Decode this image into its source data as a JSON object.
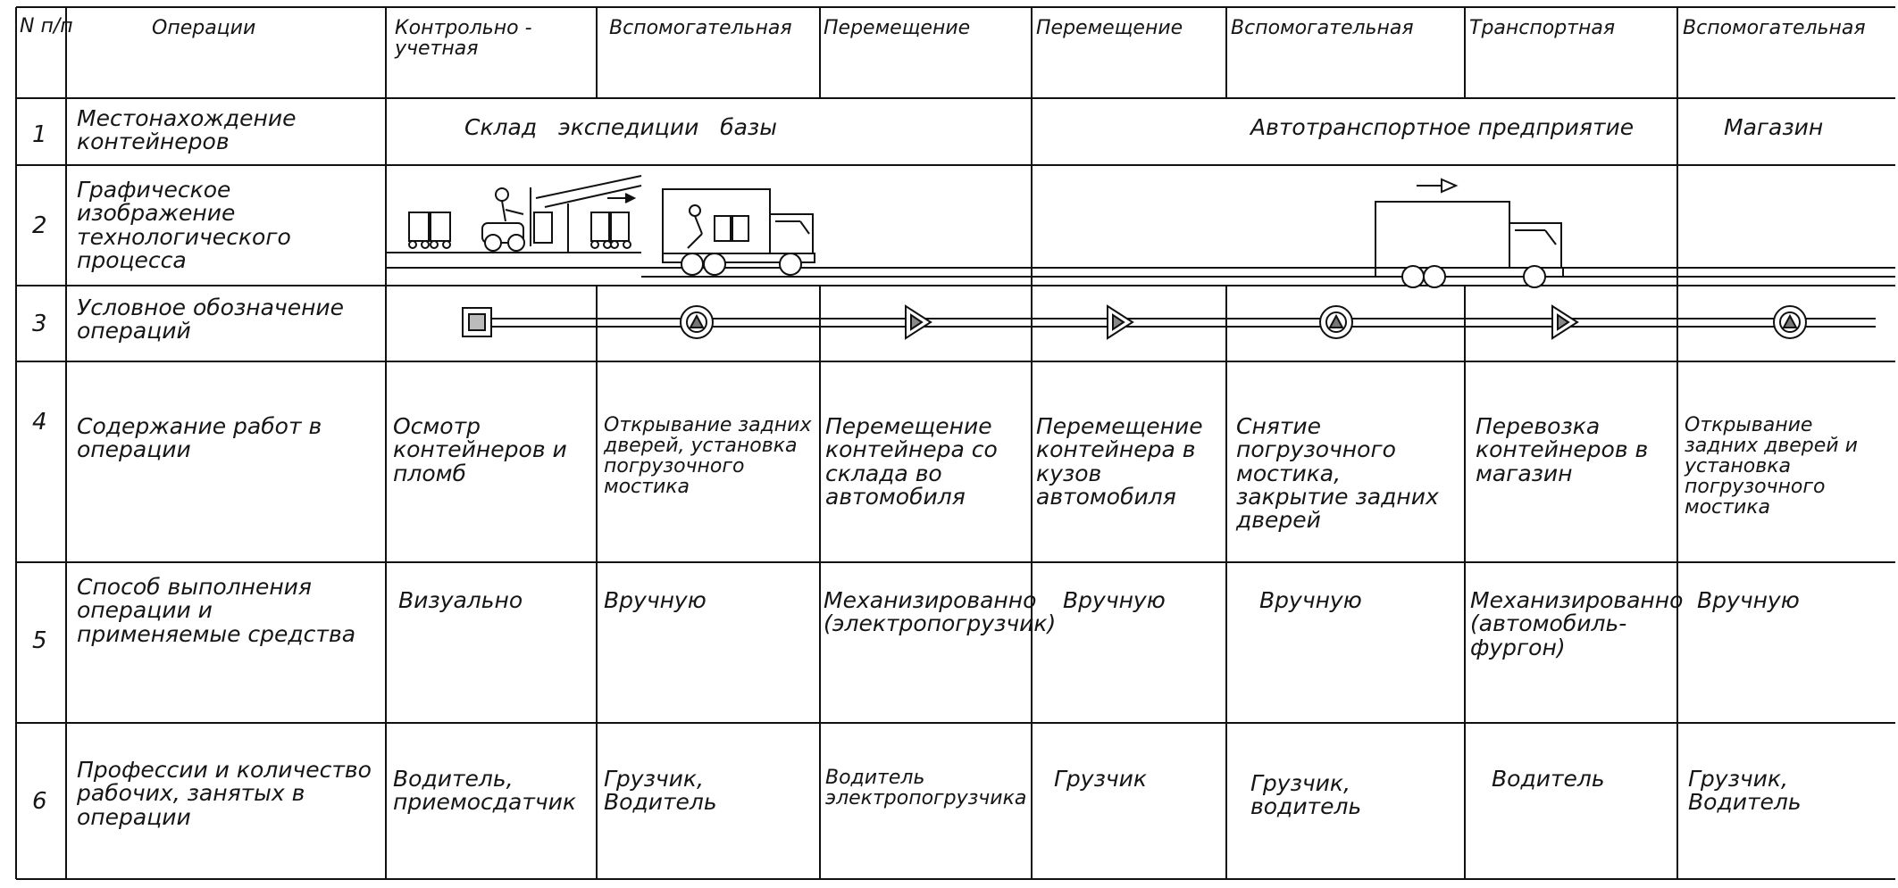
{
  "header": {
    "num_label": "N п/п",
    "col_operations": "Операции",
    "columns": [
      "Контрольно - учетная",
      "Вспомогательная",
      "Перемещение",
      "Перемещение",
      "Вспомогательная",
      "Транспортная",
      "Вспомогательная"
    ]
  },
  "rows": [
    {
      "num": "1",
      "label": "Местонахождение контейнеров"
    },
    {
      "num": "2",
      "label": "Графическое изображение технологического процесса"
    },
    {
      "num": "3",
      "label": "Условное обозначение операций"
    },
    {
      "num": "4",
      "label": "Содержание работ в операции"
    },
    {
      "num": "5",
      "label": "Способ выполнения операции и применяемые средства"
    },
    {
      "num": "6",
      "label": "Профессии и количество рабочих, занятых в операции"
    }
  ],
  "location": {
    "warehouse": "Склад   экспедиции   базы",
    "transport_company": "Автотранспортное предприятие",
    "shop": "Магазин"
  },
  "symbols": [
    "control-square-icon",
    "auxiliary-circle-icon",
    "move-triangle-icon",
    "move-triangle-icon",
    "auxiliary-circle-icon",
    "transport-triangle-icon",
    "auxiliary-circle-icon"
  ],
  "work_content": [
    "Осмотр контейнеров и пломб",
    "Открывание задних дверей, установка погрузочного мостика",
    "Перемещение контейнера со склада во автомобиля",
    "Перемещение контейнера в кузов автомобиля",
    "Снятие погрузочного мостика, закрытие задних дверей",
    "Перевозка контейнеров в магазин",
    "Открывание задних дверей и установка погрузочного мостика"
  ],
  "method": [
    "Визуально",
    "Вручную",
    "Механизированно (электропогрузчик)",
    "Вручную",
    "Вручную",
    "Механизированно (автомобиль-фургон)",
    "Вручную"
  ],
  "workers": [
    "Водитель, приемосдатчик",
    "Грузчик, Водитель",
    "Водитель электропогрузчика",
    "Грузчик",
    "Грузчик, водитель",
    "Водитель",
    "Грузчик, Водитель"
  ]
}
